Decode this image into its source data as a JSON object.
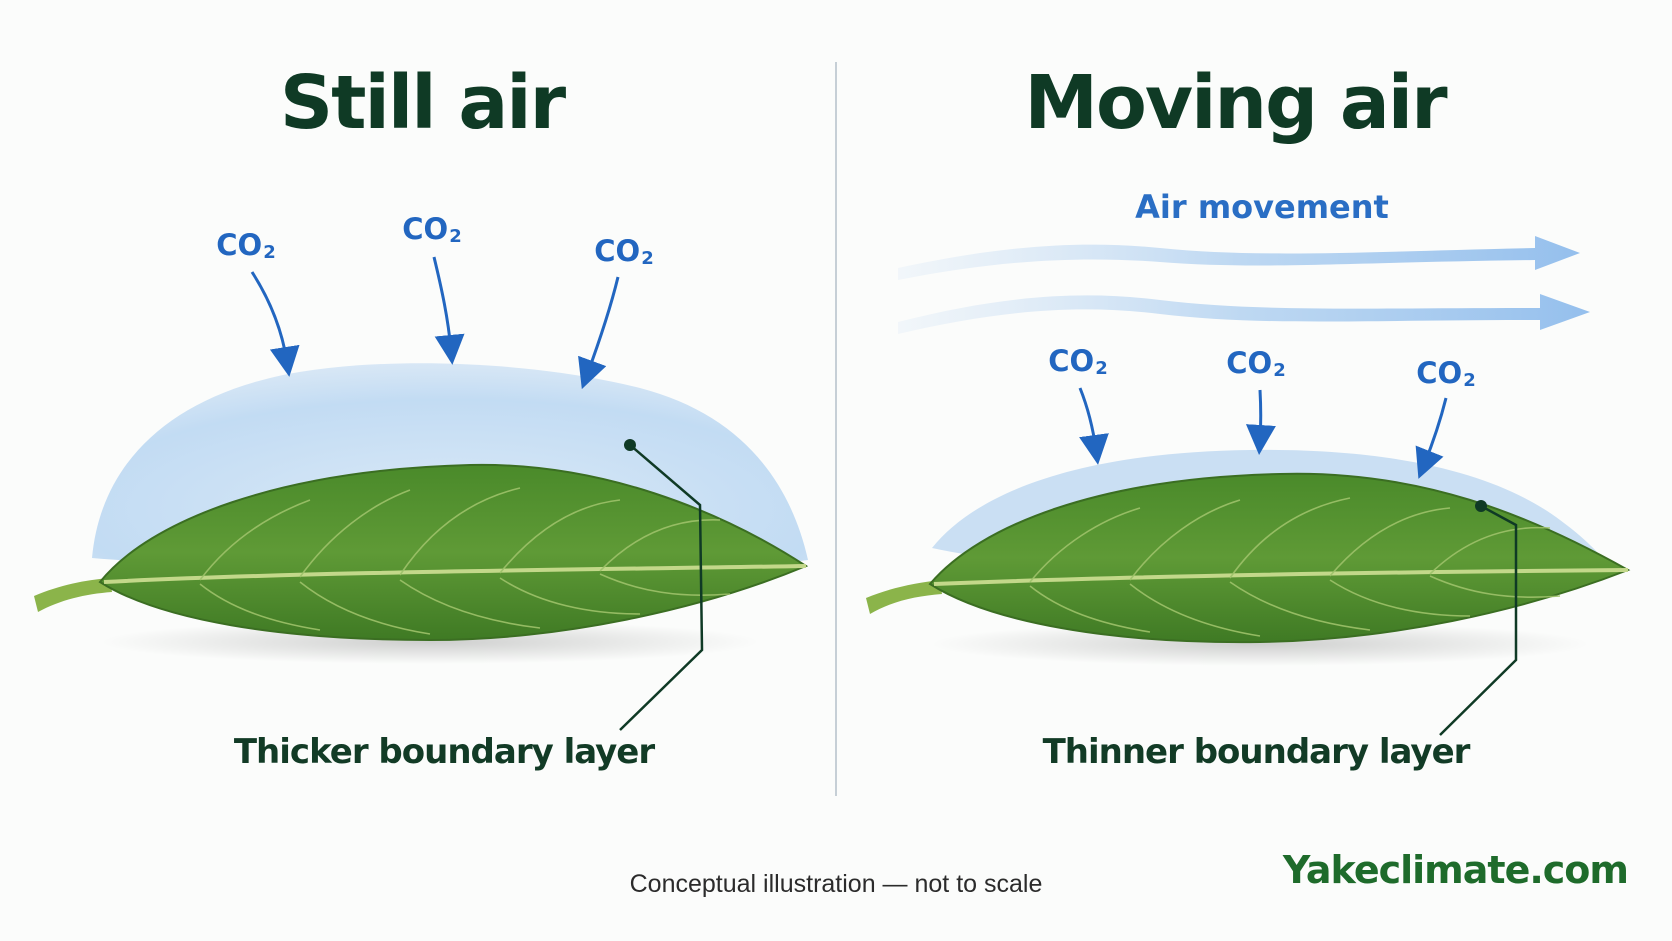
{
  "panels": {
    "left": {
      "title": "Still air",
      "co2_labels": [
        "CO",
        "CO",
        "CO"
      ],
      "co2_subscript": "2",
      "boundary_label": "Thicker boundary layer"
    },
    "right": {
      "title": "Moving air",
      "air_label": "Air movement",
      "co2_labels": [
        "CO",
        "CO",
        "CO"
      ],
      "co2_subscript": "2",
      "boundary_label": "Thinner boundary layer"
    }
  },
  "footer": {
    "caption": "Conceptual illustration — not to scale",
    "brand": "Yakeclimate.com"
  },
  "colors": {
    "title": "#0f3a25",
    "co2": "#2266c0",
    "boundary_layer": "#bcd8f2",
    "leaf": "#4f8a2c",
    "brand": "#1e6b2b"
  }
}
